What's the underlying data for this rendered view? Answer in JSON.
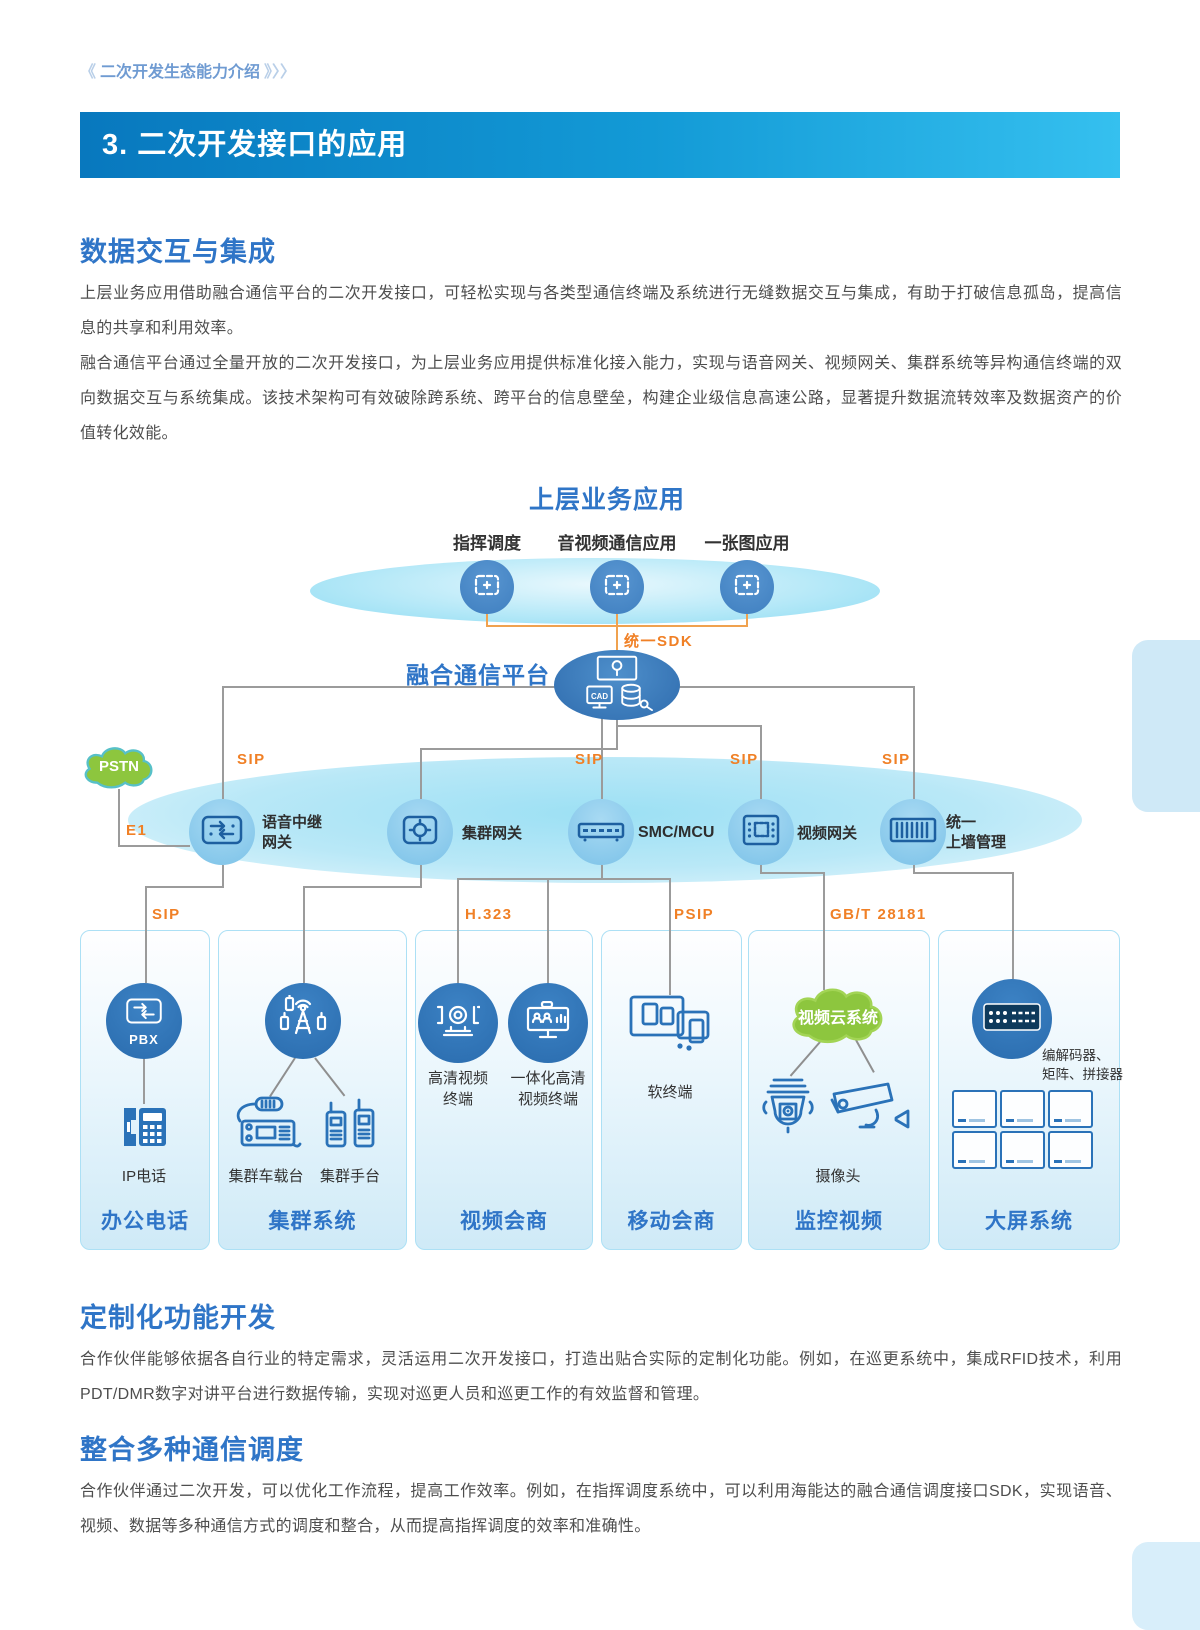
{
  "page": {
    "breadcrumb": {
      "prefix": "《",
      "text": "二次开发生态能力介绍",
      "suffix": "》〉〉"
    },
    "banner": {
      "title": "3. 二次开发接口的应用",
      "gradient_from": "#0878BE",
      "gradient_to": "#35C0EF"
    },
    "colors": {
      "heading_blue": "#2F75C7",
      "orange_label": "#F08026",
      "cloud_green": "#8DC63E",
      "dark_circle_blue": "#2A72B8",
      "gateway_circle_blue": "#85C8ED",
      "body_text": "#4E4E4E"
    }
  },
  "sections": {
    "data_integration": {
      "title": "数据交互与集成",
      "p1": "上层业务应用借助融合通信平台的二次开发接口，可轻松实现与各类型通信终端及系统进行无缝数据交互与集成，有助于打破信息孤岛，提高信息的共享和利用效率。",
      "p2": "融合通信平台通过全量开放的二次开发接口，为上层业务应用提供标准化接入能力，实现与语音网关、视频网关、集群系统等异构通信终端的双向数据交互与系统集成。该技术架构可有效破除跨系统、跨平台的信息壁垒，构建企业级信息高速公路，显著提升数据流转效率及数据资产的价值转化效能。"
    },
    "custom_dev": {
      "title": "定制化功能开发",
      "p1": "合作伙伴能够依据各自行业的特定需求，灵活运用二次开发接口，打造出贴合实际的定制化功能。例如，在巡更系统中，集成RFID技术，利用PDT/DMR数字对讲平台进行数据传输，实现对巡更人员和巡更工作的有效监督和管理。"
    },
    "multi_dispatch": {
      "title": "整合多种通信调度",
      "p1": "合作伙伴通过二次开发，可以优化工作流程，提高工作效率。例如，在指挥调度系统中，可以利用海能达的融合通信调度接口SDK，实现语音、视频、数据等多种通信方式的调度和整合，从而提高指挥调度的效率和准确性。"
    }
  },
  "diagram": {
    "top_title": "上层业务应用",
    "apps": [
      {
        "label": "指挥调度"
      },
      {
        "label": "音视频通信应用"
      },
      {
        "label": "一张图应用"
      }
    ],
    "sdk_label": "统一SDK",
    "platform_label": "融合通信平台",
    "platform_cad": "CAD",
    "pstn_label": "PSTN",
    "e1_label": "E1",
    "sip_label": "SIP",
    "gateways": [
      {
        "label": "语音中继\n网关"
      },
      {
        "label": "集群网关"
      },
      {
        "label": "SMC/MCU"
      },
      {
        "label": "视频网关"
      },
      {
        "label": "统一\n上墙管理"
      }
    ],
    "protocols": {
      "p1": "SIP",
      "p2": "H.323",
      "p3": "PSIP",
      "p4": "GB/T 28181"
    },
    "pbx_label": "PBX",
    "video_cloud_label": "视频云系统",
    "boxes": [
      {
        "title": "办公电话",
        "items": [
          {
            "label": "IP电话"
          }
        ]
      },
      {
        "title": "集群系统",
        "items": [
          {
            "label": "集群车载台"
          },
          {
            "label": "集群手台"
          }
        ]
      },
      {
        "title": "视频会商",
        "items": [
          {
            "label": "高清视频\n终端"
          },
          {
            "label": "一体化高清\n视频终端"
          }
        ]
      },
      {
        "title": "移动会商",
        "items": [
          {
            "label": "软终端"
          }
        ]
      },
      {
        "title": "监控视频",
        "items": [
          {
            "label": "摄像头"
          }
        ]
      },
      {
        "title": "大屏系统",
        "items": [
          {
            "label": "编解码器、\n矩阵、拼接器"
          }
        ]
      }
    ]
  }
}
